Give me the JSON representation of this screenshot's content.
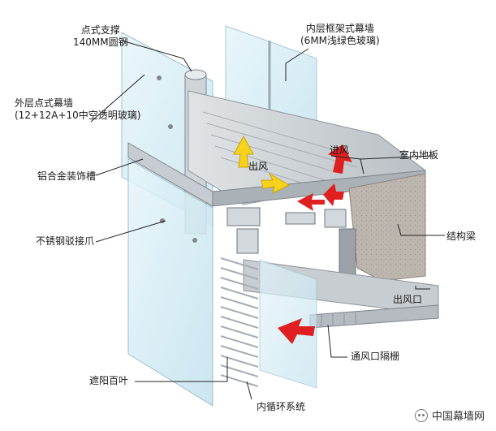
{
  "labels": {
    "point_support": "点式支撑",
    "steel_tube": "140MM圆钢",
    "inner_wall": "内层框架式幕墙",
    "inner_glass": "(6MM浅绿色玻璃)",
    "outer_wall": "外层点式幕墙",
    "outer_glass": "(12+12A+10中空透明玻璃)",
    "trim_channel": "铝合金装饰槽",
    "indoor_floor": "室内地板",
    "structural_beam": "结构梁",
    "spider_claw": "不锈钢驳接爪",
    "air_outlet": "出风口",
    "vent_grille": "通风口隔栅",
    "sunshade": "遮阳百叶",
    "inner_circulation": "内循环系统"
  },
  "flow": {
    "air_out": "出风",
    "air_in": "进风"
  },
  "watermark": {
    "text": "中国幕墙网"
  },
  "colors": {
    "glass": "#d6eef7",
    "glass_edge": "#8ab4c4",
    "metal": "#c9ced3",
    "metal_dark": "#8f969d",
    "concrete": "#b8b2ac",
    "arrow_yellow": "#f7d21c",
    "arrow_red": "#e02020",
    "leader": "#222222"
  }
}
